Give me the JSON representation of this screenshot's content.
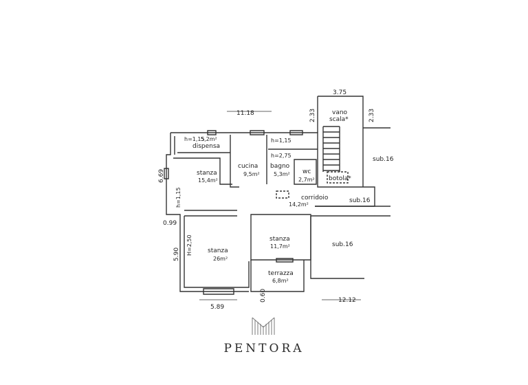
{
  "rooms": {
    "dispensa": {
      "name": "dispensa",
      "area": "5,2m²",
      "height": "h=1,15"
    },
    "cucina": {
      "name": "cucina",
      "area": "9,5m²"
    },
    "bagno": {
      "name": "bagno",
      "area": "5,3m²",
      "height": "h=1,15",
      "height2": "h=2,75"
    },
    "wc": {
      "name": "wc",
      "area": "2,7m²"
    },
    "stanza_nw": {
      "name": "stanza",
      "area": "15,4m²",
      "height": "h=1,15"
    },
    "corridoio": {
      "name": "corridoio",
      "area": "14,2m²"
    },
    "stanza_sw": {
      "name": "stanza",
      "area": "26m²",
      "height": "H=2,50"
    },
    "stanza_c": {
      "name": "stanza",
      "area": "11,7m²"
    },
    "terrazza": {
      "name": "terrazza",
      "area": "6,8m²"
    },
    "vano_scala": {
      "line1": "vano",
      "line2": "scala*"
    },
    "botola": {
      "name": "botola*"
    }
  },
  "neighbors": [
    "sub.16",
    "sub.16",
    "sub.16"
  ],
  "dimensions": {
    "top_width": "11.18",
    "stair_width": "3.75",
    "stair_left": "2.33",
    "stair_right": "2.33",
    "left_height": "6.69",
    "left_small": "0.99",
    "lower_left": "5.90",
    "bottom_width": "5.89",
    "terrace_depth": "0.60",
    "right_width": "12.12"
  },
  "brand": {
    "name": "PENTORA"
  },
  "colors": {
    "line": "#333333",
    "text": "#222222",
    "logo": "#7a7a7a"
  }
}
